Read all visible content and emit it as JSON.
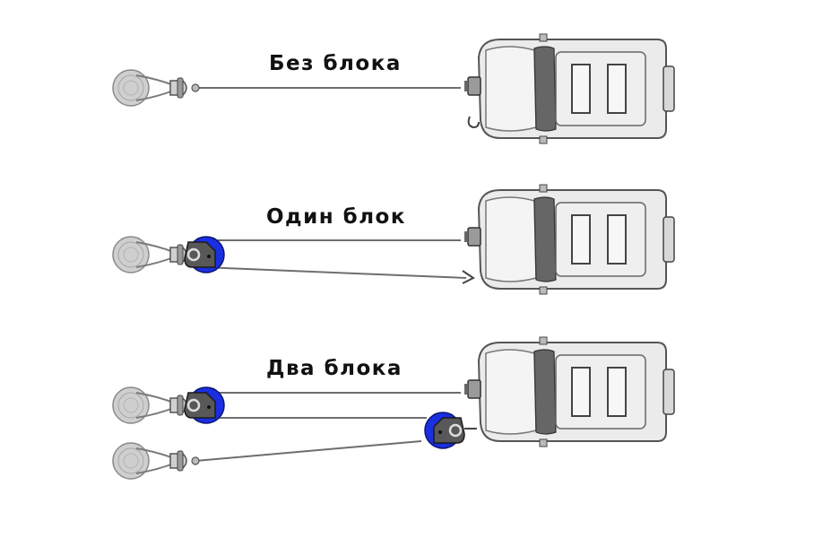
{
  "diagram": {
    "title": "",
    "scenarios": [
      {
        "label": "Без блока"
      },
      {
        "label": "Один блок"
      },
      {
        "label": "Два блока"
      }
    ]
  },
  "colors": {
    "pulley_blue": "#1a2fe0",
    "rope": "#6e6e6e",
    "anchor": "#c8c8c8",
    "car_body": "#e6e6e6",
    "car_outline": "#555555"
  }
}
